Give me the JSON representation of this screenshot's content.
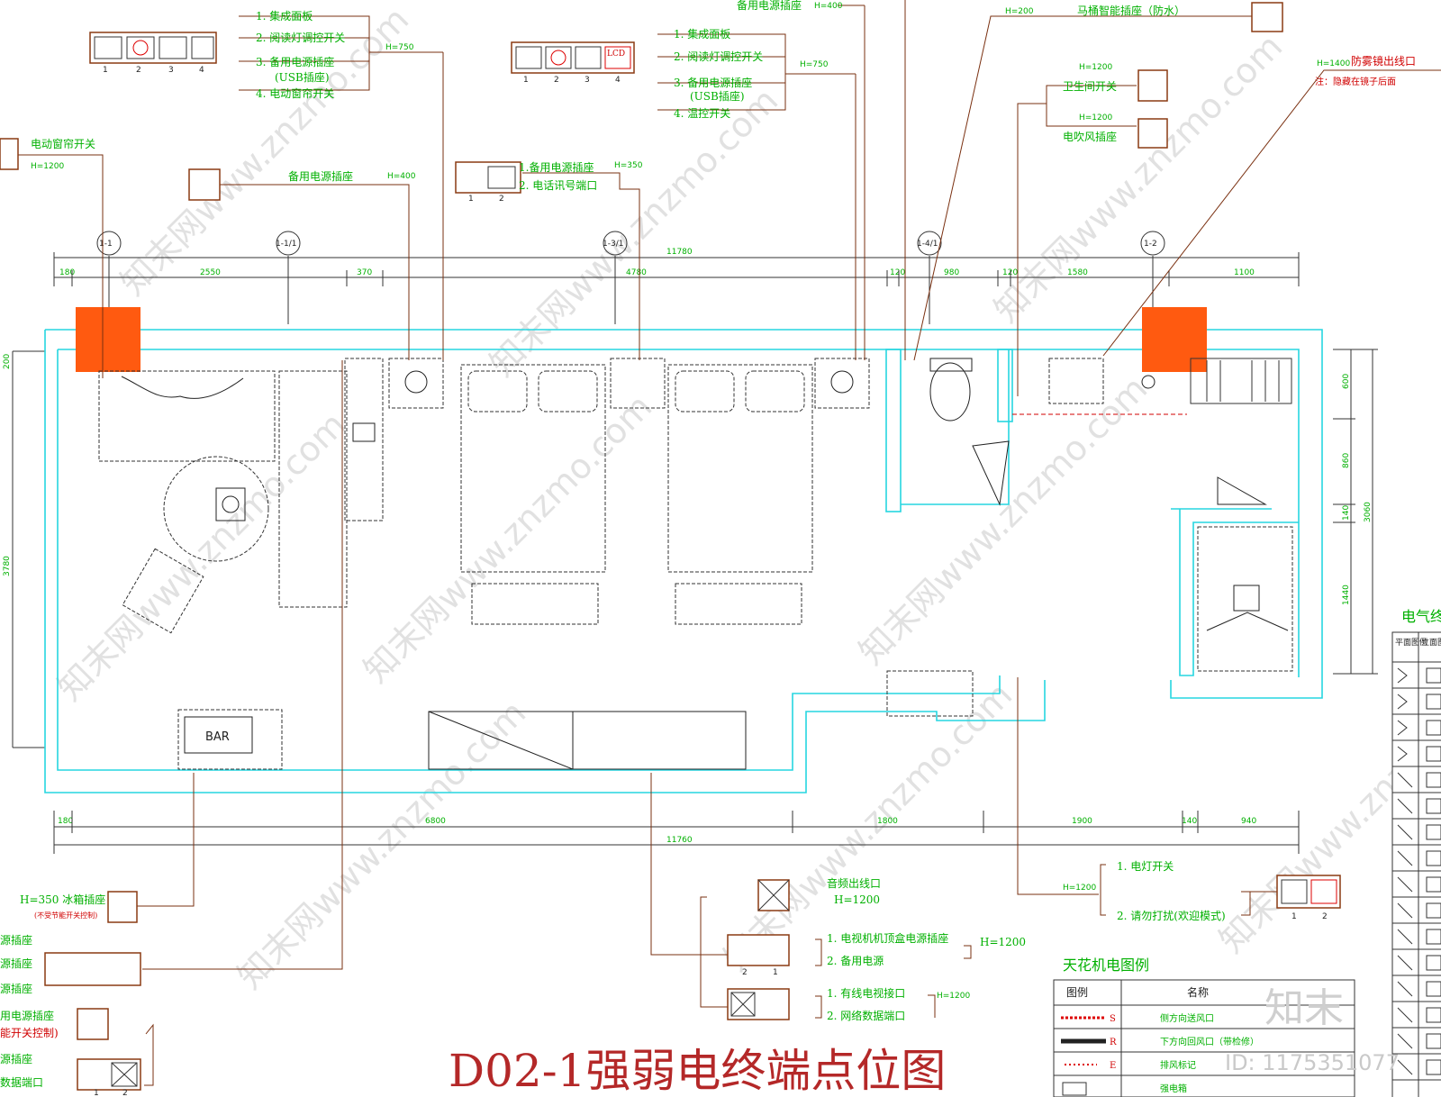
{
  "title": "D02-1强弱电终端点位图",
  "grid_labels": [
    "1-1",
    "1-1/1",
    "1-3/1",
    "1-4/1",
    "1-2"
  ],
  "top_dims": {
    "overall": "11780",
    "segments": [
      "180",
      "2550",
      "370",
      "4780",
      "120",
      "980",
      "120",
      "1580",
      "1100"
    ]
  },
  "bottom_dims": {
    "overall": "11760",
    "segments": [
      "180",
      "6800",
      "1800",
      "1900",
      "140",
      "940"
    ]
  },
  "left_dims": [
    "200",
    "3780"
  ],
  "right_dims": [
    "600",
    "860",
    "140",
    "1440",
    "3060"
  ],
  "callouts": {
    "panel_a": {
      "height": "H=750",
      "numbers": [
        "1",
        "2",
        "3",
        "4"
      ],
      "items": [
        "1. 集成面板",
        "2. 阅读灯调控开关",
        "3. 备用电源插座",
        "(USB插座)",
        "4. 电动窗帘开关"
      ]
    },
    "panel_b": {
      "height": "H=750",
      "numbers": [
        "1",
        "2",
        "3",
        "4"
      ],
      "items": [
        "1. 集成面板",
        "2. 阅读灯调控开关",
        "3. 备用电源插座",
        "(USB插座)",
        "4. 温控开关"
      ],
      "lcd": "LCD"
    },
    "top_backup": {
      "label": "备用电源插座",
      "height": "H=400"
    },
    "toilet": {
      "label": "马桶智能插座（防水）",
      "height": "H=200"
    },
    "restroom_switch": {
      "label": "卫生间开关",
      "height": "H=1200"
    },
    "hairdryer": {
      "label": "电吹风插座",
      "height": "H=1200"
    },
    "mirror": {
      "label": "防雾镜出线口",
      "height": "H=1400",
      "note": "注：隐藏在镜子后面"
    },
    "curtain": {
      "label": "电动窗帘开关",
      "height": "H=1200"
    },
    "backup_400": {
      "label": "备用电源插座",
      "height": "H=400"
    },
    "phone": {
      "items": [
        "1.备用电源插座",
        "2. 电话讯号端口"
      ],
      "height": "H=350",
      "numbers": [
        "1",
        "2"
      ]
    },
    "fridge": {
      "label": "H=350 冰箱插座",
      "note": "(不受节能开关控制)"
    },
    "left_stack": [
      "源插座",
      "源插座",
      "源插座"
    ],
    "left_backup": {
      "label": "用电源插座",
      "note": "能开关控制)"
    },
    "left_bottom": {
      "items": [
        "源插座",
        "数据端口"
      ],
      "numbers": [
        "1",
        "2"
      ]
    },
    "audio": {
      "label": "音频出线口",
      "height": "H=1200"
    },
    "tv": {
      "items": [
        "1. 电视机机顶盒电源插座",
        "2. 备用电源"
      ],
      "height": "H=1200",
      "numbers": [
        "2",
        "1"
      ]
    },
    "network": {
      "items": [
        "1. 有线电视接口",
        "2. 网络数据端口"
      ],
      "height": "H=1200"
    },
    "entry": {
      "items": [
        "1. 电灯开关",
        "2. 请勿打扰(欢迎模式)"
      ],
      "height": "H=1200",
      "numbers": [
        "1",
        "2"
      ]
    }
  },
  "room": {
    "bar_label": "BAR"
  },
  "legend": {
    "title": "天花机电图例",
    "headers": [
      "图例",
      "名称"
    ],
    "rows": [
      {
        "code": "S",
        "name": "侧方向送风口"
      },
      {
        "code": "R",
        "name": "下方向回风口（带检修）"
      },
      {
        "code": "E",
        "name": "排风标记"
      },
      {
        "code": "",
        "name": "强电箱"
      }
    ]
  },
  "right_legend": {
    "title": "电气终",
    "headers": [
      "平面图例",
      "立面图例"
    ]
  },
  "watermark": {
    "text": "知末网www.znzmo.com",
    "logo": "知末",
    "id": "ID: 1175351077"
  },
  "colors": {
    "wall": "#26d6e0",
    "leader": "#7a3010",
    "label": "#00b000",
    "title": "#b42828",
    "column": "#ff5a10"
  }
}
